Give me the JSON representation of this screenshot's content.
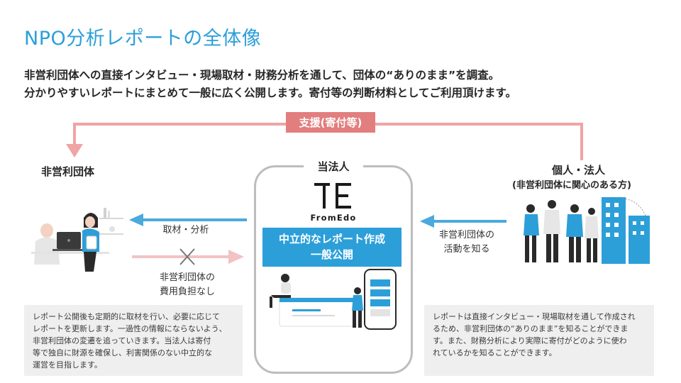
{
  "title": "NPO分析レポートの全体像",
  "lead": {
    "line1": "非営利団体への直接インタビュー・現場取材・財務分析を通して、団体の“ありのまま”を調査。",
    "line2": "分かりやすいレポートにまとめて一般に広く公開します。寄付等の判断材料としてご利用頂けます。"
  },
  "support_label": "支援(寄付等)",
  "left": {
    "title": "非営利団体",
    "arrow_label": "取材・分析",
    "no_cost_lines": [
      "非営利団体の",
      "費用負担なし"
    ],
    "note_lines": [
      "レポート公開後も定期的に取材を行い、必要に応じて",
      "レポートを更新します。一過性の情報にならないよう、",
      "非営利団体の変遷を追っていきます。当法人は寄付",
      "等で独自に財源を確保し、利害関係のない中立的な",
      "運営を目指します。"
    ]
  },
  "center": {
    "title": "当法人",
    "logo_text": "FromEdo",
    "box_lines": [
      "中立的なレポート作成",
      "一般公開"
    ]
  },
  "right": {
    "title": "個人・法人",
    "subtitle": "(非営利団体に関心のある方)",
    "arrow_lines": [
      "非営利団体の",
      "活動を知る"
    ],
    "note_lines": [
      "レポートは直接インタビュー・現場取材を通して作成され",
      "るため、非営利団体の“ありのまま”を知ることができま",
      "す。また、財務分析により実際に寄付がどのように使わ",
      "れているかを知ることができます。"
    ]
  },
  "colors": {
    "accent_blue": "#2c9fd9",
    "support_red": "#e27e7e",
    "pale_red": "#f2c3c3",
    "note_bg": "#efefef"
  }
}
